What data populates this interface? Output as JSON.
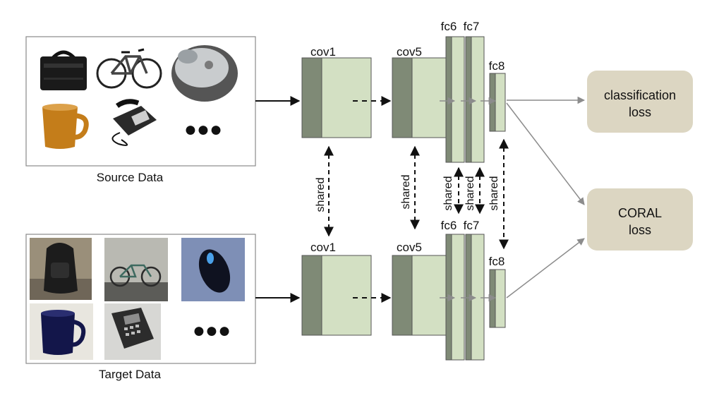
{
  "source": {
    "caption": "Source Data",
    "images": [
      "laptop-bag",
      "bicycle",
      "computer-mouse",
      "mug",
      "desk-phone"
    ],
    "more_marker": "●●●"
  },
  "target": {
    "caption": "Target Data",
    "images": [
      "backpack",
      "bicycle",
      "computer-mouse",
      "mug",
      "desk-phone"
    ],
    "more_marker": "●●●"
  },
  "layers": {
    "conv1": "cov1",
    "conv5": "cov5",
    "fc6": "fc6",
    "fc7": "fc7",
    "fc8": "fc8"
  },
  "shared_label": "shared",
  "losses": {
    "classification": [
      "classification",
      "loss"
    ],
    "coral": [
      "CORAL",
      "loss"
    ]
  },
  "colors": {
    "block_front": "#d3e0c3",
    "block_side": "#7f8a76",
    "block_top": "#a8b29e",
    "loss_box": "#dcd6c2",
    "arrow_gray": "#8c8c8c",
    "arrow_black": "#111111",
    "panel_border": "#8a8a8a"
  }
}
